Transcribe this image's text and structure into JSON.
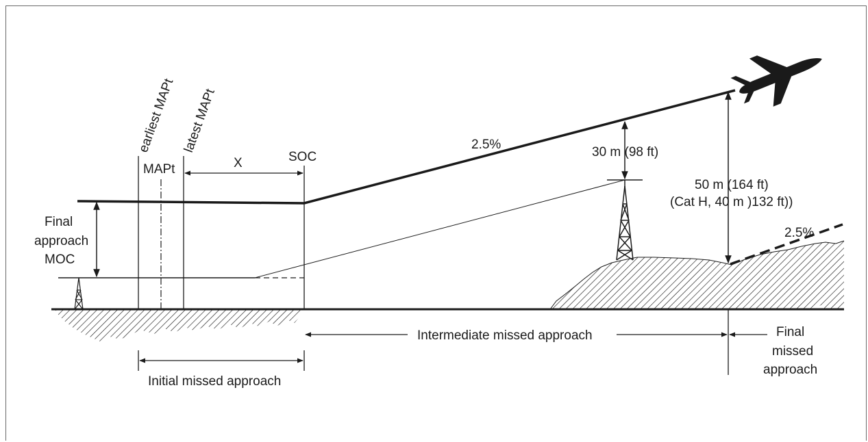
{
  "labels": {
    "earliest_mapt": "earliest MAPt",
    "latest_mapt": "latest MAPt",
    "mapt": "MAPt",
    "x": "X",
    "soc": "SOC",
    "gradient_main": "2.5%",
    "clearance_30": "30 m (98 ft)",
    "clearance_50_line1": "50 m (164 ft)",
    "clearance_50_line2": "(Cat H, 40 m )132 ft))",
    "gradient_final": "2.5%",
    "moc_line1": "Final",
    "moc_line2": "approach",
    "moc_line3": "MOC",
    "intermediate": "Intermediate missed approach",
    "initial": "Initial missed approach",
    "final_line1": "Final",
    "final_line2": "missed",
    "final_line3": "approach"
  },
  "colors": {
    "ink": "#1a1a1a",
    "frame": "#6a6a6a",
    "background": "#ffffff"
  },
  "icons": [
    "obstacle-tower-icon",
    "radio-tower-icon",
    "airplane-icon"
  ]
}
